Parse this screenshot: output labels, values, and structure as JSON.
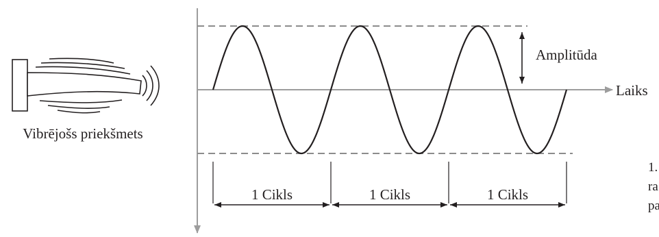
{
  "object_label": "Vibrējošs priekšmets",
  "amplitude_label": "Amplitūda",
  "time_axis_label": "Laiks",
  "cycle_labels": [
    "1 Cikls",
    "1 Cikls",
    "1 Cikls"
  ],
  "caption_fragments": [
    "1.",
    "ra",
    "pa"
  ],
  "colors": {
    "wave": "#231f20",
    "axis": "#9d9d9d",
    "dashed": "#8c8c8c",
    "text": "#231f20"
  }
}
